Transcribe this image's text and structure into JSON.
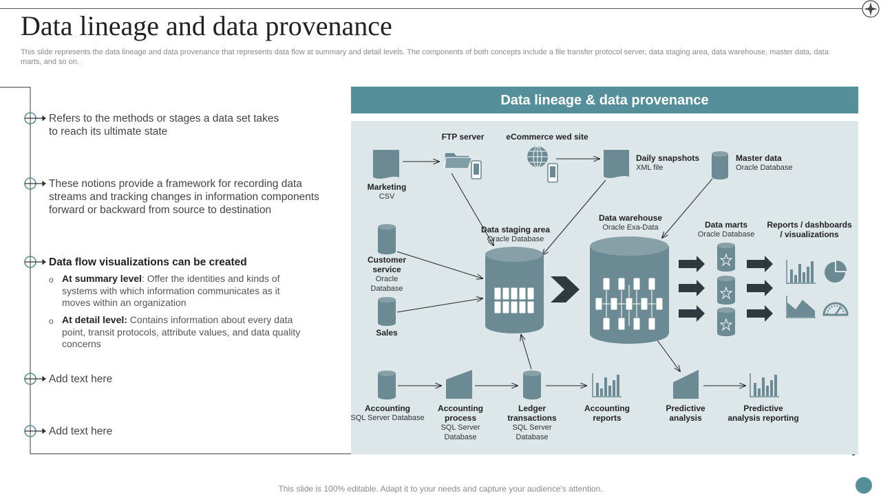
{
  "title": "Data lineage and data provenance",
  "subtitle": "This slide represents the data lineage and data provenance that represents data flow at summary and detail levels. The components of both concepts include a file transfer protocol server, data staging area, data warehouse, master data, data marts, and so on.",
  "bullets": [
    "Refers to the methods or stages a data set takes to reach its ultimate state",
    "These notions provide a framework for recording data streams and tracking changes in information components forward or backward from source to destination",
    "Data flow visualizations can be created",
    "Add text here",
    "Add text here"
  ],
  "sub_bullets": [
    {
      "marker": "o",
      "lead": "At summary  level",
      "text": ": Offer the identities and kinds of systems with which information communicates as it moves within an organization"
    },
    {
      "marker": "o",
      "lead": "At detail level:",
      "text": " Contains information about every data point, transit protocols, attribute values, and data quality concerns"
    }
  ],
  "panel_title": "Data lineage & data provenance",
  "nodes": {
    "ftp": {
      "title": "FTP server"
    },
    "ecommerce": {
      "title": "eCommerce wed site"
    },
    "snapshots": {
      "title": "Daily snapshots",
      "sub": "XML file"
    },
    "master": {
      "title": "Master data",
      "sub": "Oracle Database"
    },
    "marketing": {
      "title": "Marketing",
      "sub": "CSV"
    },
    "staging": {
      "title": "Data staging area",
      "sub": "Oracle Database"
    },
    "warehouse": {
      "title": "Data warehouse",
      "sub": "Oracle Exa-Data"
    },
    "marts": {
      "title": "Data marts",
      "sub": "Oracle Database"
    },
    "reports": {
      "title": "Reports / dashboards",
      "title2": "/ visualizations"
    },
    "customer": {
      "title": "Customer",
      "title2": "service",
      "sub": "Oracle",
      "sub2": "Database"
    },
    "sales": {
      "title": "Sales"
    },
    "accounting": {
      "title": "Accounting",
      "sub": "SQL Server Database"
    },
    "acc_process": {
      "title": "Accounting",
      "title2": "process",
      "sub": "SQL Server",
      "sub2": "Database"
    },
    "ledger": {
      "title": "Ledger",
      "title2": "transactions",
      "sub": "SQL Server",
      "sub2": "Database"
    },
    "acc_reports": {
      "title": "Accounting",
      "title2": "reports"
    },
    "predictive": {
      "title": "Predictive",
      "title2": "analysis"
    },
    "pred_reporting": {
      "title": "Predictive",
      "title2": "analysis reporting"
    }
  },
  "footer": "This slide is 100% editable. Adapt it to your needs and capture your audience's attention.",
  "colors": {
    "accent": "#558f99",
    "icon": "#6b8a93",
    "panel": "#dde6e8",
    "dark": "#2f3a40"
  }
}
